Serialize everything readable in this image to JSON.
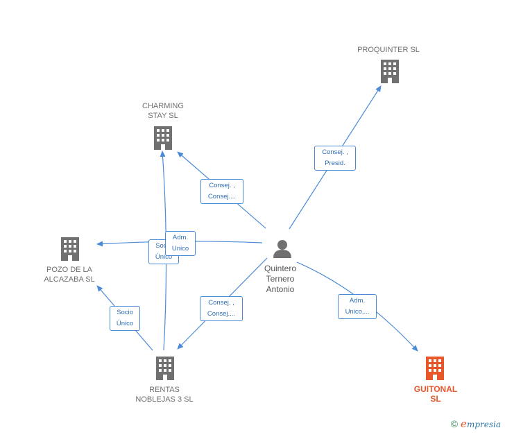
{
  "nodes": {
    "proquinter": {
      "label": "PROQUINTER SL",
      "icon": "building-icon"
    },
    "charming": {
      "label": "CHARMING\nSTAY  SL",
      "icon": "building-icon"
    },
    "pozo": {
      "label": "POZO DE LA\nALCAZABA  SL",
      "icon": "building-icon"
    },
    "rentas": {
      "label": "RENTAS\nNOBLEJAS 3 SL",
      "icon": "building-icon"
    },
    "guitonal": {
      "label": "GUITONAL\nSL",
      "icon": "building-icon"
    },
    "person": {
      "label": "Quintero\nTernero\nAntonio",
      "icon": "person-icon"
    }
  },
  "edges": {
    "person_proquinter": "Consej. ,\nPresid.",
    "person_charming": "Consej. ,\nConsej....",
    "person_pozo": "Socio\nÚnico",
    "person_rentas": "Consej. ,\nConsej....",
    "person_guitonal": "Adm.\nUnico,...",
    "rentas_charming": "Adm.\nUnico",
    "rentas_pozo": "Socio\nÚnico"
  },
  "colors": {
    "edge": "#4a8ad6",
    "building": "#707070",
    "highlight": "#e8562a"
  },
  "footer": {
    "copyright": "©",
    "brand_initial": "e",
    "brand_rest": "mpresia"
  }
}
